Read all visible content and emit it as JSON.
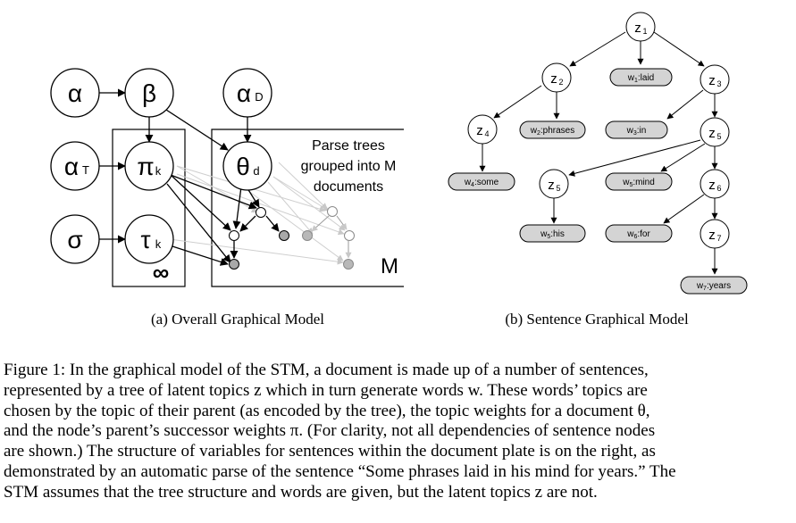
{
  "figure_a": {
    "nodes": {
      "alpha": "α",
      "beta": "β",
      "alpha_d": "α",
      "alpha_d_sub": "D",
      "alpha_t": "α",
      "alpha_t_sub": "T",
      "pi": "π",
      "pi_sub": "k",
      "theta": "θ",
      "theta_sub": "d",
      "sigma": "σ",
      "tau": "τ",
      "tau_sub": "k"
    },
    "plate_k_label": "∞",
    "plate_m_label": "M",
    "note_lines": [
      "Parse trees",
      "grouped into M",
      "documents"
    ],
    "subcaption": "(a) Overall Graphical Model"
  },
  "figure_b": {
    "nodes": {
      "z1": {
        "var": "z",
        "sub": "1"
      },
      "z2": {
        "var": "z",
        "sub": "2"
      },
      "z3": {
        "var": "z",
        "sub": "3"
      },
      "z4": {
        "var": "z",
        "sub": "4"
      },
      "z5a": {
        "var": "z",
        "sub": "5"
      },
      "z5b": {
        "var": "z",
        "sub": "5"
      },
      "z6": {
        "var": "z",
        "sub": "6"
      },
      "z7": {
        "var": "z",
        "sub": "7"
      }
    },
    "words": {
      "w1": {
        "pre": "w",
        "sub": "1",
        "word": ":laid"
      },
      "w2": {
        "pre": "w",
        "sub": "2",
        "word": ":phrases"
      },
      "w3": {
        "pre": "w",
        "sub": "3",
        "word": ":in"
      },
      "w4": {
        "pre": "w",
        "sub": "4",
        "word": ":some"
      },
      "w5a": {
        "pre": "w",
        "sub": "5",
        "word": ":mind"
      },
      "w5b": {
        "pre": "w",
        "sub": "5",
        "word": ":his"
      },
      "w6": {
        "pre": "w",
        "sub": "6",
        "word": ":for"
      },
      "w7": {
        "pre": "w",
        "sub": "7",
        "word": ":years"
      }
    },
    "subcaption": "(b) Sentence Graphical Model"
  },
  "caption": {
    "lines": [
      "Figure 1: In the graphical model of the STM, a document is made up of a number of sentences,",
      "represented by a tree of latent topics z which in turn generate words w. These words’ topics are",
      "chosen by the topic of their parent (as encoded by the tree), the topic weights for a document θ,",
      "and the node’s parent’s successor weights π. (For clarity, not all dependencies of sentence nodes",
      "are shown.) The structure of variables for sentences within the document plate is on the right, as",
      "demonstrated by an automatic parse of the sentence “Some phrases laid in his mind for years.” The",
      "STM assumes that the tree structure and words are given, but the latent topics z are not."
    ]
  }
}
